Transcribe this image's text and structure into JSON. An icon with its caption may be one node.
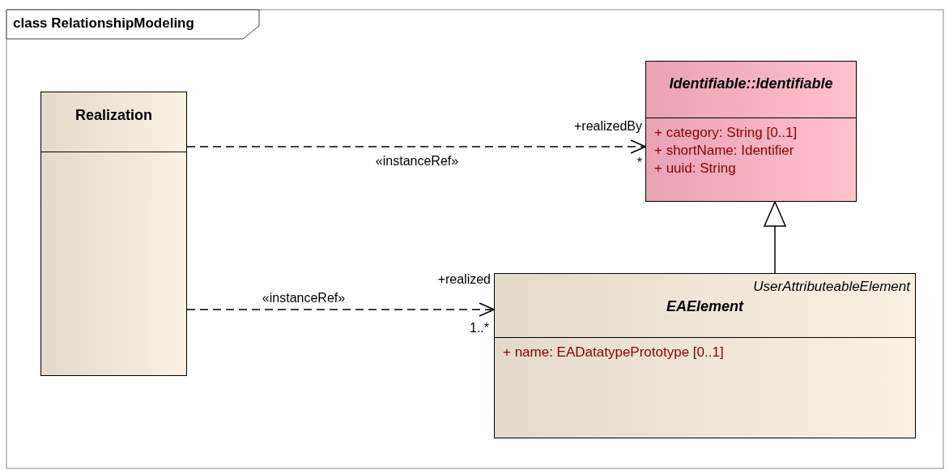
{
  "diagram": {
    "title": "class RelationshipModeling",
    "nodes": [
      {
        "text": [
          "Realization"
        ]
      },
      {
        "text": [
          "Identifiable::Identifiable",
          "+ category: String [0..1]",
          "+ shortName: Identifier",
          "+ uuid: String"
        ]
      },
      {
        "text": [
          "UserAttributeableElement",
          "EAElement",
          "+ name: EADatatypePrototype [0..1]"
        ]
      }
    ],
    "edges": [
      {
        "from": 0,
        "to": 1,
        "arrow": "to",
        "style": "dashed",
        "label": "«instanceRef»"
      },
      {
        "from": 0,
        "to": 2,
        "arrow": "to",
        "style": "dashed",
        "label": "«instanceRef»"
      },
      {
        "from": 2,
        "to": 1,
        "arrow": "to"
      }
    ],
    "labels": [
      "+realizedBy",
      "*",
      "+realized",
      "1..*"
    ]
  }
}
